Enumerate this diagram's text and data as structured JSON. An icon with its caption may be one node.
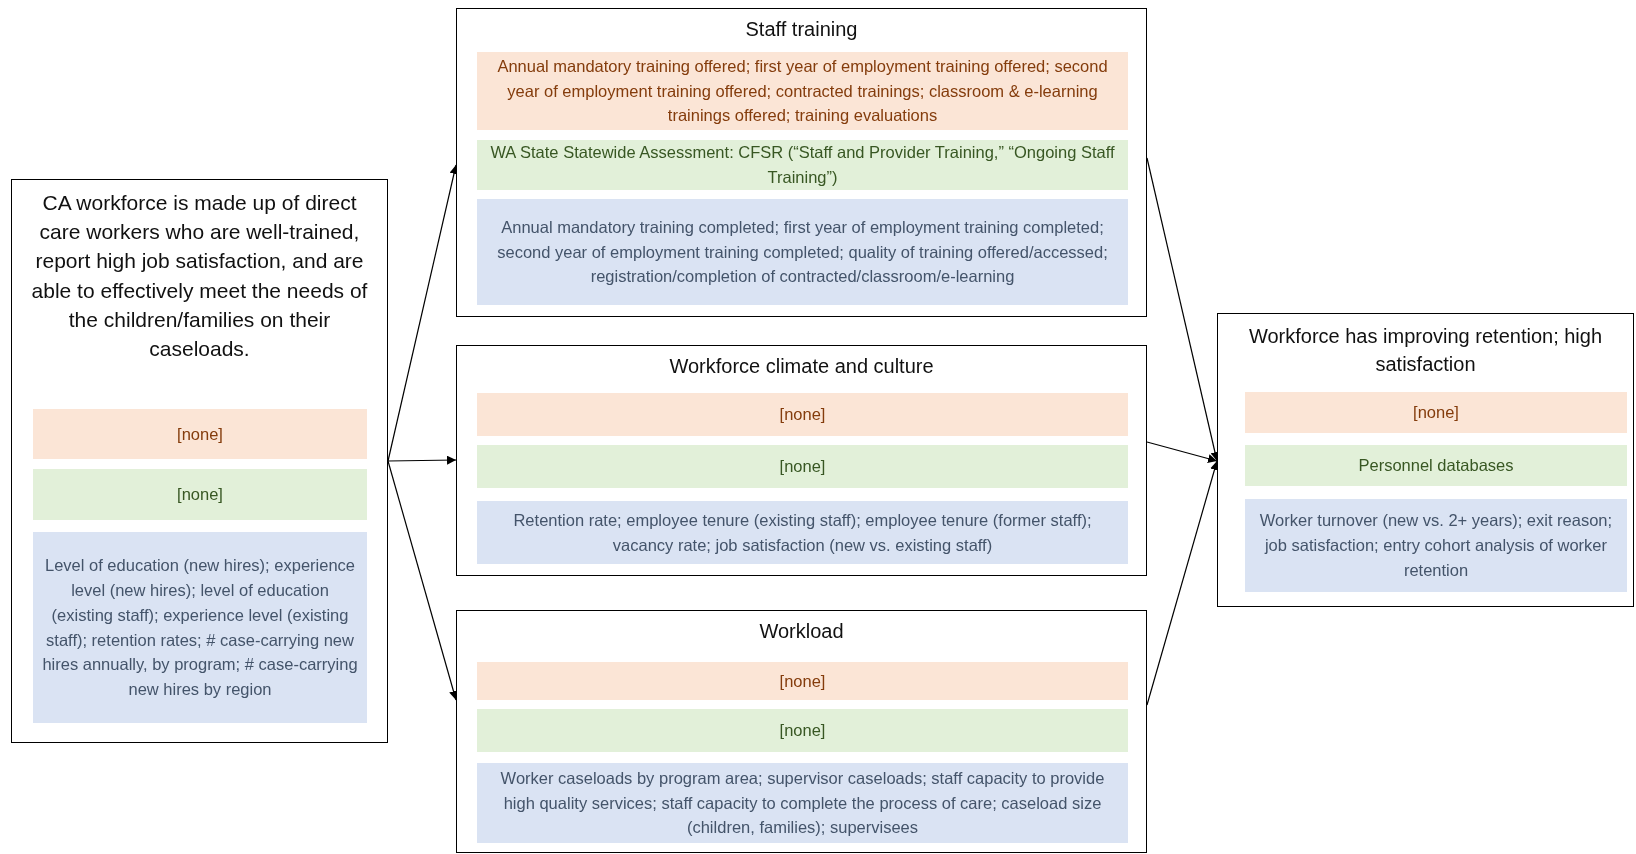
{
  "diagram": {
    "nodes": [
      {
        "text": [
          "CA workforce is made up of direct care workers who are well-trained, report high job satisfaction, and are able to effectively meet the needs of the children/families on their caseloads."
        ]
      },
      {
        "text": [
          "[none]"
        ],
        "in": 0
      },
      {
        "text": [
          "[none]"
        ],
        "in": 0
      },
      {
        "text": [
          "Level of education (new hires); experience level (new hires); level of education (existing staff); experience level (existing staff); retention rates; # case-carrying new hires annually, by program; # case-carrying new hires by region"
        ],
        "in": 0
      },
      {
        "text": [
          "Staff training"
        ]
      },
      {
        "text": [
          "Annual mandatory training offered; first year of employment training offered; second year of employment training offered; contracted trainings; classroom & e-learning trainings offered; training evaluations"
        ],
        "in": 4
      },
      {
        "text": [
          "WA State Statewide Assessment: CFSR (“Staff and Provider Training,” “Ongoing Staff Training”)"
        ],
        "in": 4
      },
      {
        "text": [
          "Annual mandatory training completed; first year of employment training completed; second year of employment training completed; quality of training offered/accessed; registration/completion of contracted/classroom/e-learning"
        ],
        "in": 4
      },
      {
        "text": [
          "Workforce climate and culture"
        ]
      },
      {
        "text": [
          "[none]"
        ],
        "in": 8
      },
      {
        "text": [
          "[none]"
        ],
        "in": 8
      },
      {
        "text": [
          "Retention rate; employee tenure (existing staff); employee tenure (former staff); vacancy rate; job satisfaction (new vs. existing staff)"
        ],
        "in": 8
      },
      {
        "text": [
          "Workload"
        ]
      },
      {
        "text": [
          "[none]"
        ],
        "in": 12
      },
      {
        "text": [
          "[none]"
        ],
        "in": 12
      },
      {
        "text": [
          "Worker caseloads by program area; supervisor caseloads; staff capacity to provide high quality services; staff capacity to complete the process of care; caseload size (children, families); supervisees"
        ],
        "in": 12
      },
      {
        "text": [
          "Workforce has improving retention; high satisfaction"
        ]
      },
      {
        "text": [
          "[none]"
        ],
        "in": 16
      },
      {
        "text": [
          "Personnel databases"
        ],
        "in": 16
      },
      {
        "text": [
          "Worker turnover (new vs. 2+ years); exit reason; job satisfaction; entry cohort analysis of worker retention"
        ],
        "in": 16
      }
    ],
    "edges": [
      {
        "from": 0,
        "to": 4,
        "arrow": "to"
      },
      {
        "from": 0,
        "to": 8,
        "arrow": "to"
      },
      {
        "from": 0,
        "to": 12,
        "arrow": "to"
      },
      {
        "from": 4,
        "to": 16,
        "arrow": "to"
      },
      {
        "from": 8,
        "to": 16,
        "arrow": "to"
      },
      {
        "from": 12,
        "to": 16,
        "arrow": "to"
      }
    ]
  }
}
